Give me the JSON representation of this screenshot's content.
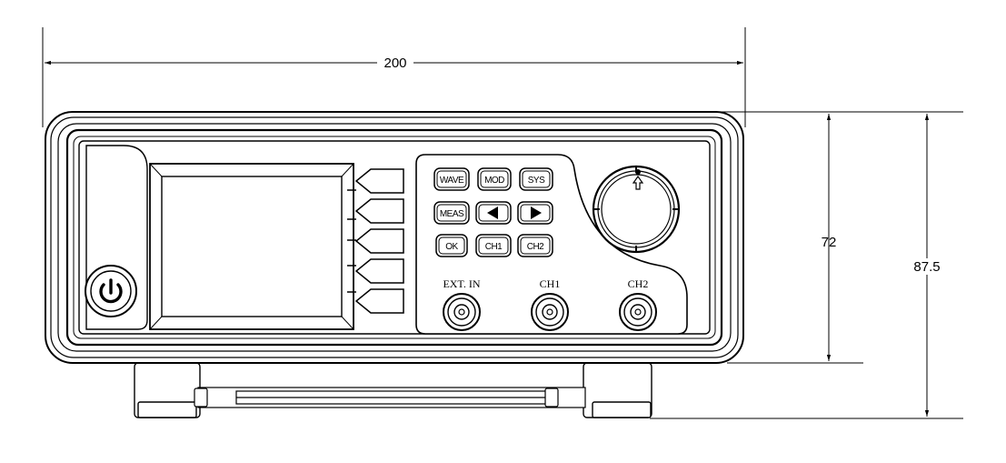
{
  "dimensions": {
    "width_label": "200",
    "body_height_label": "72",
    "total_height_label": "87.5"
  },
  "keypad": {
    "wave": "WAVE",
    "mod": "MOD",
    "sys": "SYS",
    "meas": "MEAS",
    "left_arrow_icon": "left-triangle",
    "right_arrow_icon": "right-triangle",
    "ok": "OK",
    "ch1": "CH1",
    "ch2": "CH2"
  },
  "connectors": {
    "ext_in": "EXT. IN",
    "ch1": "CH1",
    "ch2": "CH2"
  },
  "icons": {
    "power": "power-icon",
    "knob": "rotary-knob"
  },
  "colors": {
    "line": "#000000",
    "background": "#ffffff"
  }
}
